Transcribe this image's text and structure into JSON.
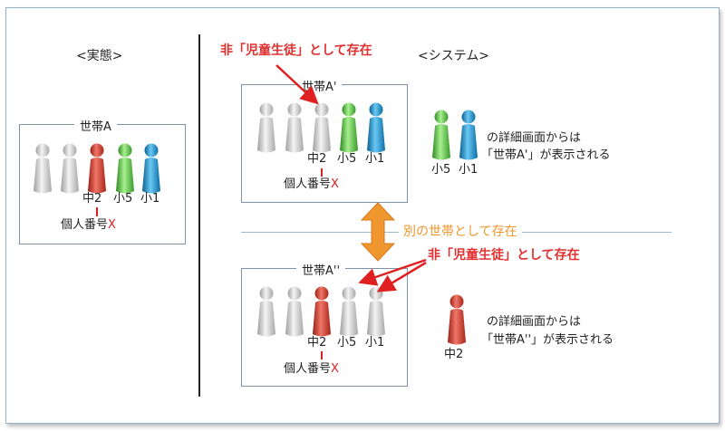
{
  "left": {
    "title": "<実態>",
    "household": "世帯A",
    "labels": [
      "中2",
      "小5",
      "小1"
    ],
    "id_text": "個人番号",
    "x_mark": "X"
  },
  "right": {
    "title": "<システム>",
    "top": {
      "household": "世帯A'",
      "labels": [
        "中2",
        "小5",
        "小1"
      ],
      "id_text": "個人番号",
      "x_mark": "X",
      "note_line1": "の詳細画面からは",
      "note_line2": "「世帯A'」が表示される",
      "side_labels": [
        "小5",
        "小1"
      ]
    },
    "bottom": {
      "household": "世帯A''",
      "labels": [
        "中2",
        "小5",
        "小1"
      ],
      "id_text": "個人番号",
      "x_mark": "X",
      "note_line1": "の詳細画面からは",
      "note_line2": "「世帯A''」が表示される",
      "side_label": "中2"
    },
    "separator": "別の世帯として存在",
    "callout_top": "非「児童生徒」として存在",
    "callout_bottom": "非「児童生徒」として存在"
  },
  "colors": {
    "gray": "#cccccc",
    "red": "#d9412f",
    "green": "#5dc84e",
    "blue": "#1f97d0",
    "arrow": "#f0962e",
    "accent_red": "#e02020"
  }
}
